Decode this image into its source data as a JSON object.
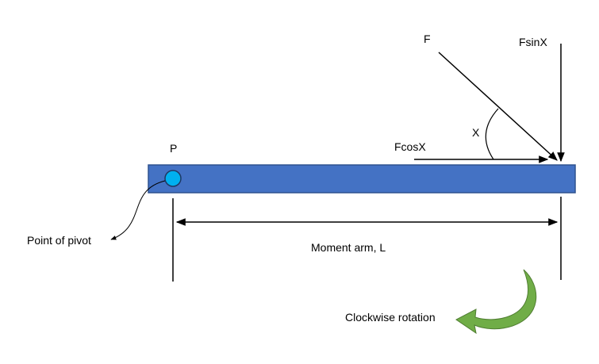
{
  "labels": {
    "force": "F",
    "vertical_component": "FsinX",
    "angle": "X",
    "horizontal_component": "FcosX",
    "pivot_point": "P",
    "pivot_caption": "Point of pivot",
    "moment_arm": "Moment arm, L",
    "rotation": "Clockwise rotation"
  },
  "colors": {
    "beam_fill": "#4472c4",
    "beam_stroke": "#2f528f",
    "pivot_fill": "#00b0f0",
    "rotation_arrow": "#70ad47",
    "text": "#000000"
  }
}
